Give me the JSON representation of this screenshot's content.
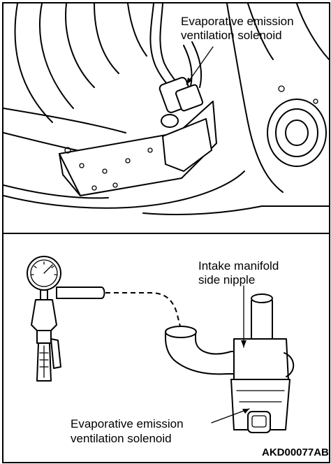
{
  "figure": {
    "top_callout": {
      "line1": "Evaporative emission",
      "line2": "ventilation solenoid"
    },
    "nipple_callout": {
      "line1": "Intake manifold",
      "line2": "side nipple"
    },
    "bottom_callout": {
      "line1": "Evaporative emission",
      "line2": "ventilation solenoid"
    },
    "figure_code": "AKD00077AB"
  }
}
